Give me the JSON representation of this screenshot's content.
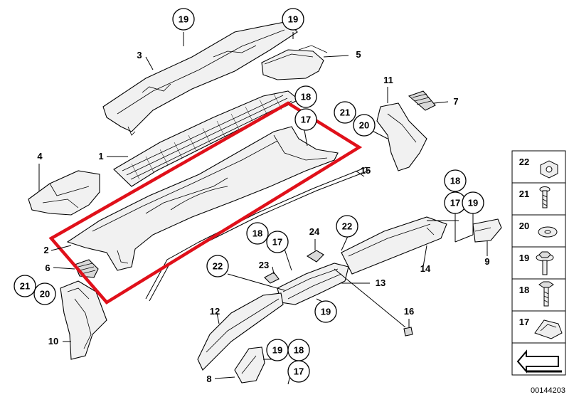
{
  "diagram": {
    "diagram_id": "00144203",
    "highlight_color": "#e0101a",
    "callouts": {
      "c19a": "19",
      "c19b": "19",
      "c3": "3",
      "c5": "5",
      "c18a": "18",
      "c17a": "17",
      "c21a": "21",
      "c20a": "20",
      "c11": "11",
      "c7": "7",
      "c1": "1",
      "c4": "4",
      "c15": "15",
      "c2": "2",
      "c6": "6",
      "c21b": "21",
      "c20b": "20",
      "c10": "10",
      "c18b": "18",
      "c17b": "17",
      "c19c": "19",
      "c9": "9",
      "c14": "14",
      "c22a": "22",
      "c24": "24",
      "c18c": "18",
      "c17c": "17",
      "c23": "23",
      "c22b": "22",
      "c13": "13",
      "c19d": "19",
      "c16": "16",
      "c12": "12",
      "c19e": "19",
      "c18d": "18",
      "c8": "8",
      "c17d": "17"
    },
    "legend": [
      {
        "number": "22",
        "icon": "nut-icon"
      },
      {
        "number": "21",
        "icon": "screw-icon"
      },
      {
        "number": "20",
        "icon": "washer-icon"
      },
      {
        "number": "19",
        "icon": "hex-bolt-icon"
      },
      {
        "number": "18",
        "icon": "bolt-icon"
      },
      {
        "number": "17",
        "icon": "spring-clip-icon"
      },
      {
        "number": "",
        "icon": "arrow-icon"
      }
    ]
  }
}
